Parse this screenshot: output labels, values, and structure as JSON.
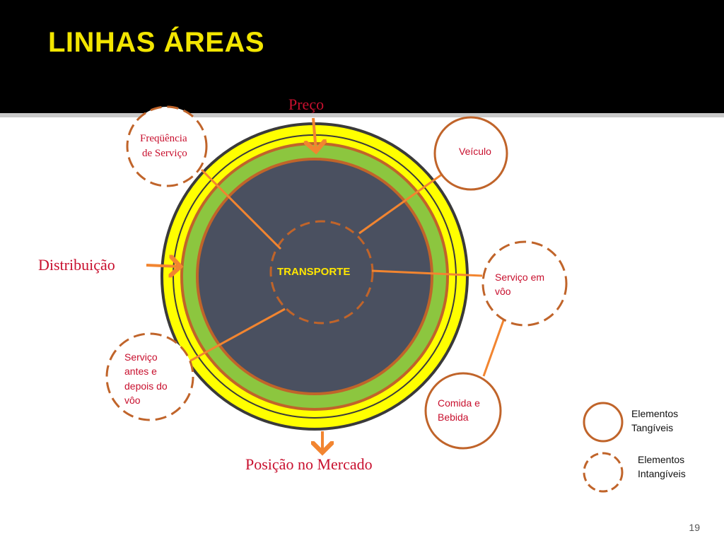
{
  "slide": {
    "title": "LINHAS ÁREAS",
    "page_number": "19"
  },
  "diagram": {
    "core_label": "TRANSPORTE",
    "outer_labels": {
      "top": "Preço",
      "left": "Distribuição",
      "bottom": "Posição no Mercado"
    },
    "tangible_elements": {
      "vehicle": "Veículo",
      "food": [
        "Comida e",
        "Bebida"
      ]
    },
    "intangible_elements": {
      "frequency": [
        "Freqüência",
        "de Serviço"
      ],
      "inflight": [
        "Serviço em",
        "vôo"
      ],
      "before_after": [
        "Serviço",
        "antes e",
        "depois do",
        "vôo"
      ]
    },
    "legend": {
      "tangible": [
        "Elementos",
        "Tangíveis"
      ],
      "intangible": [
        "Elementos",
        "Intangíveis"
      ]
    },
    "colors": {
      "header_bg": "#000000",
      "title": "#f2e500",
      "outer_ring": "#ffff00",
      "middle_ring": "#8cc63f",
      "core": "#4a5060",
      "ring_border": "#c0642a",
      "arrow": "#f28530",
      "label_red": "#c8102e"
    }
  }
}
